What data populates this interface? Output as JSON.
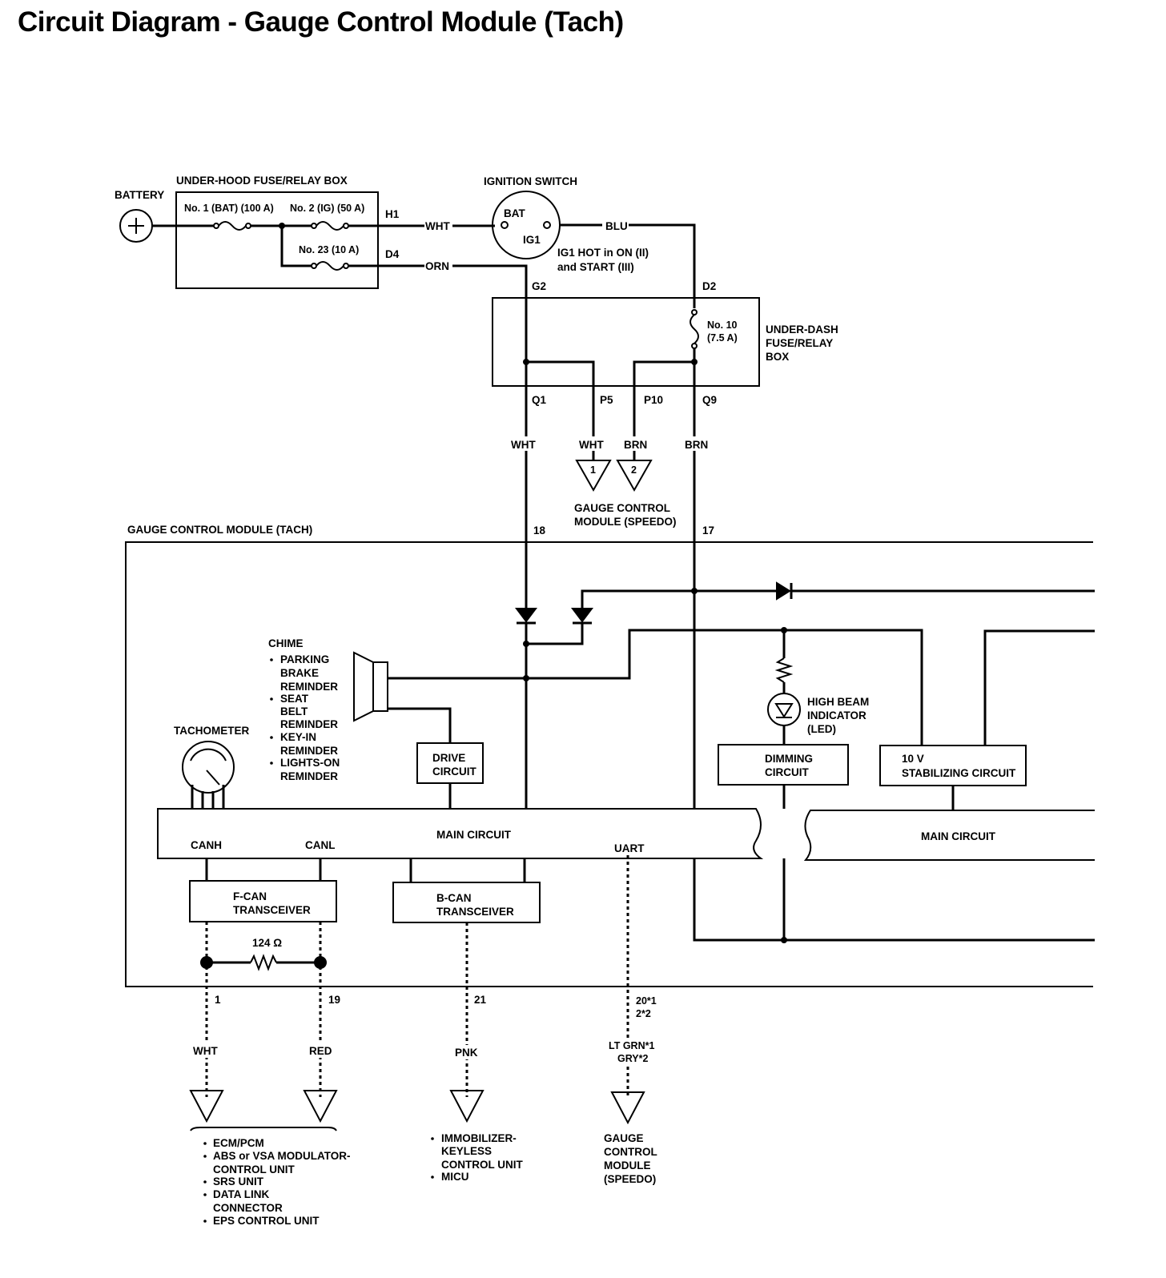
{
  "title": "Circuit Diagram - Gauge Control Module (Tach)",
  "labels": {
    "battery": "BATTERY",
    "underhood_box": "UNDER-HOOD FUSE/RELAY BOX",
    "fuse1": "No. 1 (BAT) (100 A)",
    "fuse2": "No. 2 (IG) (50 A)",
    "fuse23": "No. 23 (10 A)",
    "h1": "H1",
    "d4": "D4",
    "wht": "WHT",
    "orn": "ORN",
    "blu": "BLU",
    "ignition_switch": "IGNITION SWITCH",
    "bat": "BAT",
    "ig1": "IG1",
    "ig1_hot_line1": "IG1 HOT in ON (II)",
    "ig1_hot_line2": "and START (III)",
    "g2": "G2",
    "d2": "D2",
    "fuse10_line1": "No. 10",
    "fuse10_line2": "(7.5 A)",
    "underdash_line1": "UNDER-DASH",
    "underdash_line2": "FUSE/RELAY",
    "underdash_line3": "BOX",
    "q1": "Q1",
    "p5": "P5",
    "p10": "P10",
    "q9": "Q9",
    "brn": "BRN",
    "conn1": "1",
    "conn2": "2",
    "gcm_speedo_line1": "GAUGE CONTROL",
    "gcm_speedo_line2": "MODULE (SPEEDO)",
    "gcm_tach": "GAUGE CONTROL MODULE (TACH)",
    "pin18": "18",
    "pin17": "17",
    "chime": "CHIME",
    "chime_items": [
      "PARKING",
      "BRAKE",
      "REMINDER",
      "SEAT",
      "BELT",
      "REMINDER",
      "KEY-IN",
      "REMINDER",
      "LIGHTS-ON",
      "REMINDER"
    ],
    "tachometer": "TACHOMETER",
    "drive_line1": "DRIVE",
    "drive_line2": "CIRCUIT",
    "hb_line1": "HIGH BEAM",
    "hb_line2": "INDICATOR",
    "hb_line3": "(LED)",
    "dimming_line1": "DIMMING",
    "dimming_line2": "CIRCUIT",
    "stab_line1": "10 V",
    "stab_line2": "STABILIZING CIRCUIT",
    "main_circuit": "MAIN CIRCUIT",
    "canh": "CANH",
    "canl": "CANL",
    "uart": "UART",
    "fcan_line1": "F-CAN",
    "fcan_line2": "TRANSCEIVER",
    "bcan_line1": "B-CAN",
    "bcan_line2": "TRANSCEIVER",
    "resistor": "124 Ω",
    "pin1": "1",
    "pin19": "19",
    "pin21": "21",
    "pin20": "20*1",
    "pin2": "2*2",
    "red": "RED",
    "pnk": "PNK",
    "ltgrn": "LT GRN*1",
    "gry": "GRY*2",
    "dest1": [
      "ECM/PCM",
      "ABS or VSA MODULATOR-",
      "CONTROL UNIT",
      "SRS UNIT",
      "DATA LINK",
      "CONNECTOR",
      "EPS CONTROL UNIT"
    ],
    "dest2": [
      "IMMOBILIZER-",
      "KEYLESS",
      "CONTROL UNIT",
      "MICU"
    ],
    "dest3": [
      "GAUGE",
      "CONTROL",
      "MODULE",
      "(SPEEDO)"
    ]
  }
}
